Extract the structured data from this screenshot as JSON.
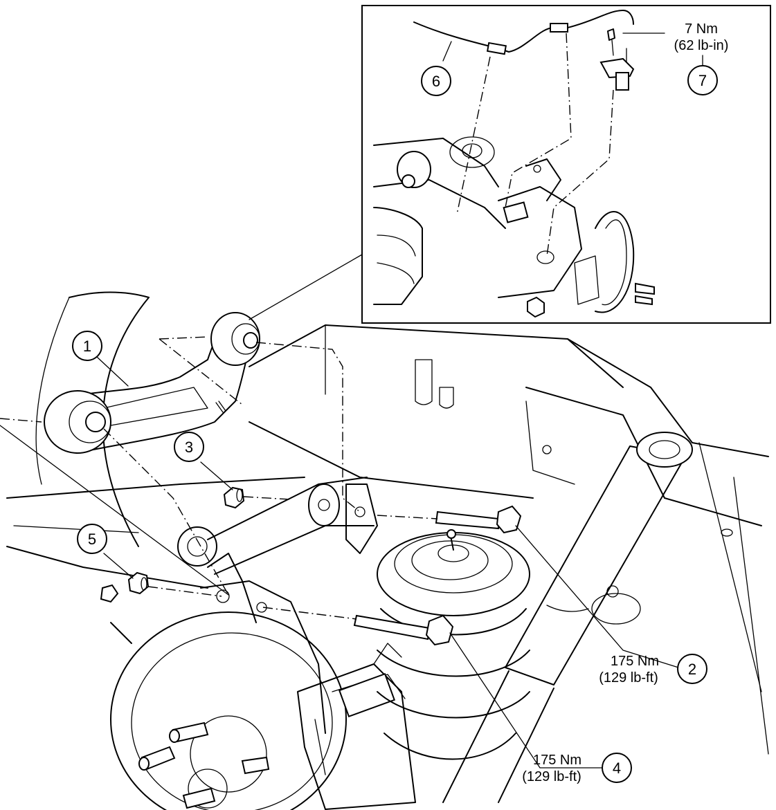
{
  "callouts": {
    "c1": "1",
    "c2": "2",
    "c3": "3",
    "c4": "4",
    "c5": "5",
    "c6": "6",
    "c7": "7"
  },
  "torques": {
    "t7_line1": "7 Nm",
    "t7_line2": "(62 lb-in)",
    "t2_line1": "175 Nm",
    "t2_line2": "(129 lb-ft)",
    "t4_line1": "175 Nm",
    "t4_line2": "(129 lb-ft)"
  }
}
